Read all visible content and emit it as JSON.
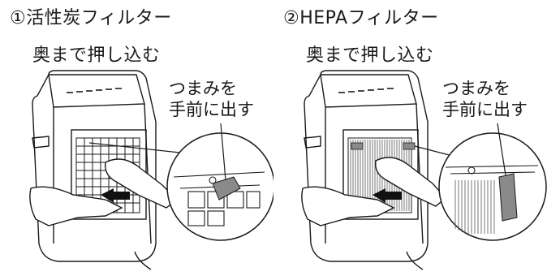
{
  "panels": [
    {
      "title": "①活性炭フィルター",
      "instruction": "奥まで押し込む",
      "callout": [
        "つまみを",
        "手前に出す"
      ]
    },
    {
      "title": "②HEPAフィルター",
      "instruction": "奥まで押し込む",
      "callout": [
        "つまみを",
        "手前に出す"
      ]
    }
  ],
  "colors": {
    "line": "#1a1a1a",
    "tab": "#8a8a8a",
    "arrow": "#111111"
  }
}
